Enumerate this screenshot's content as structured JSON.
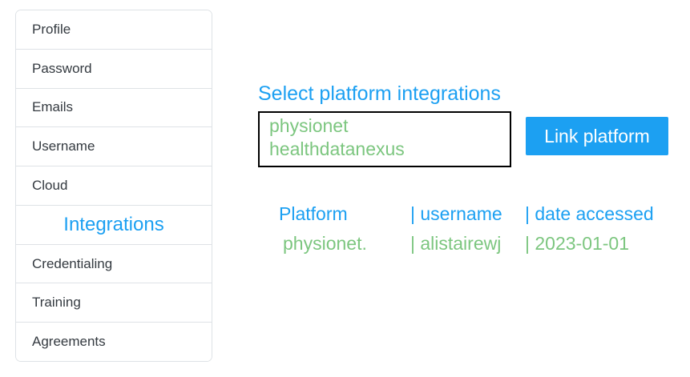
{
  "colors": {
    "accent": "#1ca0f2",
    "success_green": "#7cc67f",
    "sidebar_text": "#343a40",
    "sidebar_border": "#dee2e6",
    "select_border": "#000000",
    "button_text": "#ffffff"
  },
  "sidebar": {
    "items": [
      "Profile",
      "Password",
      "Emails",
      "Username",
      "Cloud",
      "Integrations",
      "Credentialing",
      "Training",
      "Agreements"
    ],
    "active_item": "Integrations"
  },
  "main": {
    "heading": "Select platform integrations",
    "platform_select": {
      "options": [
        "physionet",
        "healthdatanexus"
      ]
    },
    "link_button_label": "Link platform",
    "integrations_table": {
      "header": [
        "Platform",
        "| username",
        "| date accessed"
      ],
      "rows": [
        [
          "physionet.",
          "| alistairewj",
          "| 2023-01-01"
        ]
      ]
    }
  }
}
